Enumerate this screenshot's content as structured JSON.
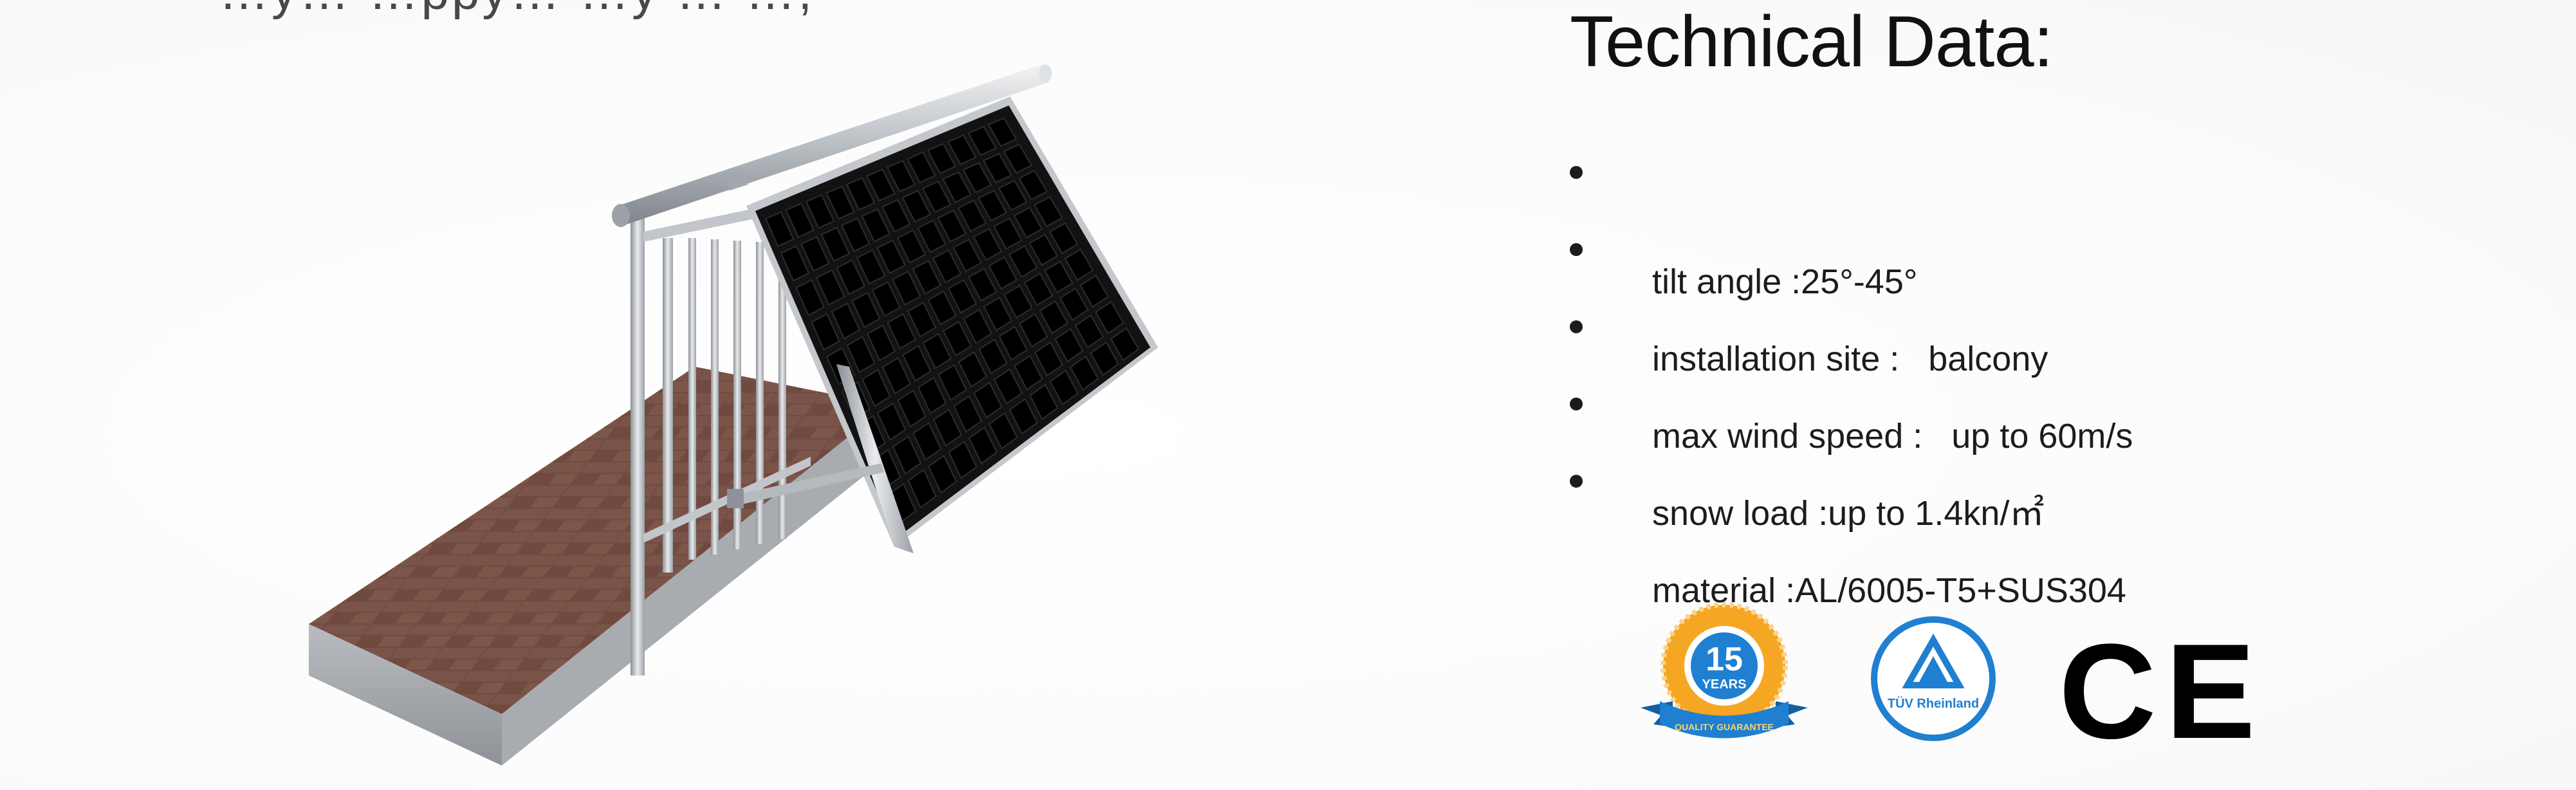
{
  "header": {
    "cropped_heading": "…y…  …ppy…  …y  …     …,",
    "title": "Technical Data:"
  },
  "specs": [
    {
      "text": "tilt angle :25°-45°"
    },
    {
      "text": "installation site :   balcony"
    },
    {
      "text": "max wind speed :   up to 60m/s"
    },
    {
      "text": "snow load :up to 1.4kn/㎡"
    },
    {
      "text": "material :AL/6005-T5+SUS304"
    }
  ],
  "badges": {
    "years": {
      "number": "15",
      "word": "YEARS",
      "ribbon_text": "QUALITY GUARANTEE",
      "color": "#f5a623",
      "ribbon_color": "#1f7fd1"
    },
    "tuv": {
      "text": "TÜV Rheinland",
      "color": "#1f7fd1"
    },
    "ce": {
      "text": "CE"
    }
  },
  "icons": {
    "illustration": "balcony-solar-mount-illustration",
    "bullet": "bullet-dot-icon",
    "years_badge": "15-years-warranty-badge-icon",
    "tuv_badge": "tuv-certification-icon",
    "ce_badge": "ce-mark-icon"
  },
  "colors": {
    "panel": "#0f0f0f",
    "frame": "#c9cdd2",
    "floor": "#6b4a40",
    "text": "#1c1c1c"
  }
}
